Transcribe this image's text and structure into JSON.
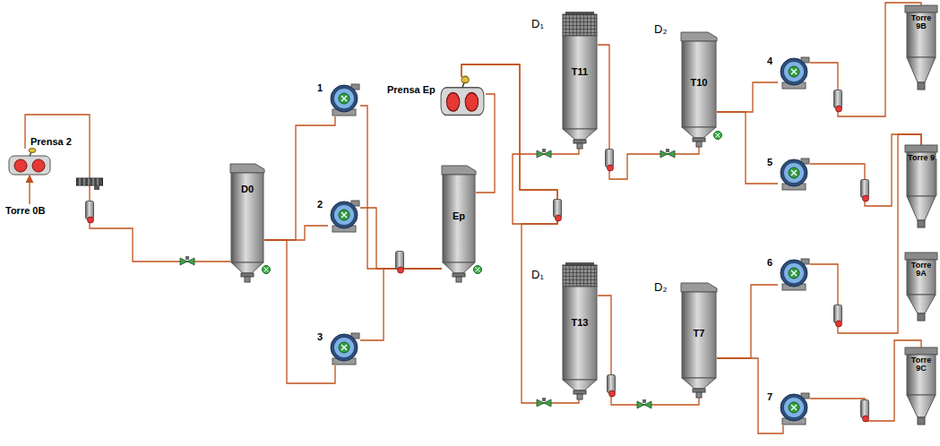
{
  "diagram": {
    "nodes": [
      {
        "text": [
          "Prensa 2"
        ]
      },
      {
        "text": [
          "Torre 0B"
        ]
      },
      {
        "text": [
          "D0"
        ]
      },
      {
        "text": [
          "1"
        ]
      },
      {
        "text": [
          "2"
        ]
      },
      {
        "text": [
          "3"
        ]
      },
      {
        "text": [
          "Prensa Ep"
        ]
      },
      {
        "text": [
          "Ep"
        ]
      },
      {
        "text": [
          "D₁",
          "T11"
        ]
      },
      {
        "text": [
          "D₁",
          "T13"
        ]
      },
      {
        "text": [
          "D₂",
          "T10"
        ]
      },
      {
        "text": [
          "D₂",
          "T7"
        ]
      },
      {
        "text": [
          "4"
        ]
      },
      {
        "text": [
          "5"
        ]
      },
      {
        "text": [
          "6"
        ]
      },
      {
        "text": [
          "7"
        ]
      },
      {
        "text": [
          "Torre 9B"
        ]
      },
      {
        "text": [
          "Torre 9"
        ]
      },
      {
        "text": [
          "Torre 9A"
        ]
      },
      {
        "text": [
          "Torre 9C"
        ]
      }
    ],
    "edges": [
      {
        "from": 1,
        "to": 0,
        "arrow": "to"
      },
      {
        "from": 0,
        "to": 2,
        "arrow": "none"
      },
      {
        "from": 2,
        "to": 3,
        "arrow": "none"
      },
      {
        "from": 2,
        "to": 4,
        "arrow": "none"
      },
      {
        "from": 2,
        "to": 5,
        "arrow": "none"
      },
      {
        "from": 3,
        "to": 7,
        "arrow": "none"
      },
      {
        "from": 4,
        "to": 7,
        "arrow": "none"
      },
      {
        "from": 5,
        "to": 7,
        "arrow": "none"
      },
      {
        "from": 7,
        "to": 6,
        "arrow": "none"
      },
      {
        "from": 6,
        "to": 8,
        "arrow": "none"
      },
      {
        "from": 6,
        "to": 9,
        "arrow": "none"
      },
      {
        "from": 8,
        "to": 10,
        "arrow": "none"
      },
      {
        "from": 9,
        "to": 11,
        "arrow": "none"
      },
      {
        "from": 10,
        "to": 12,
        "arrow": "none"
      },
      {
        "from": 10,
        "to": 13,
        "arrow": "none"
      },
      {
        "from": 11,
        "to": 14,
        "arrow": "none"
      },
      {
        "from": 11,
        "to": 15,
        "arrow": "none"
      },
      {
        "from": 12,
        "to": 16,
        "arrow": "none"
      },
      {
        "from": 13,
        "to": 17,
        "arrow": "none"
      },
      {
        "from": 14,
        "to": 17,
        "arrow": "none"
      },
      {
        "from": 15,
        "to": 19,
        "arrow": "none"
      }
    ]
  }
}
